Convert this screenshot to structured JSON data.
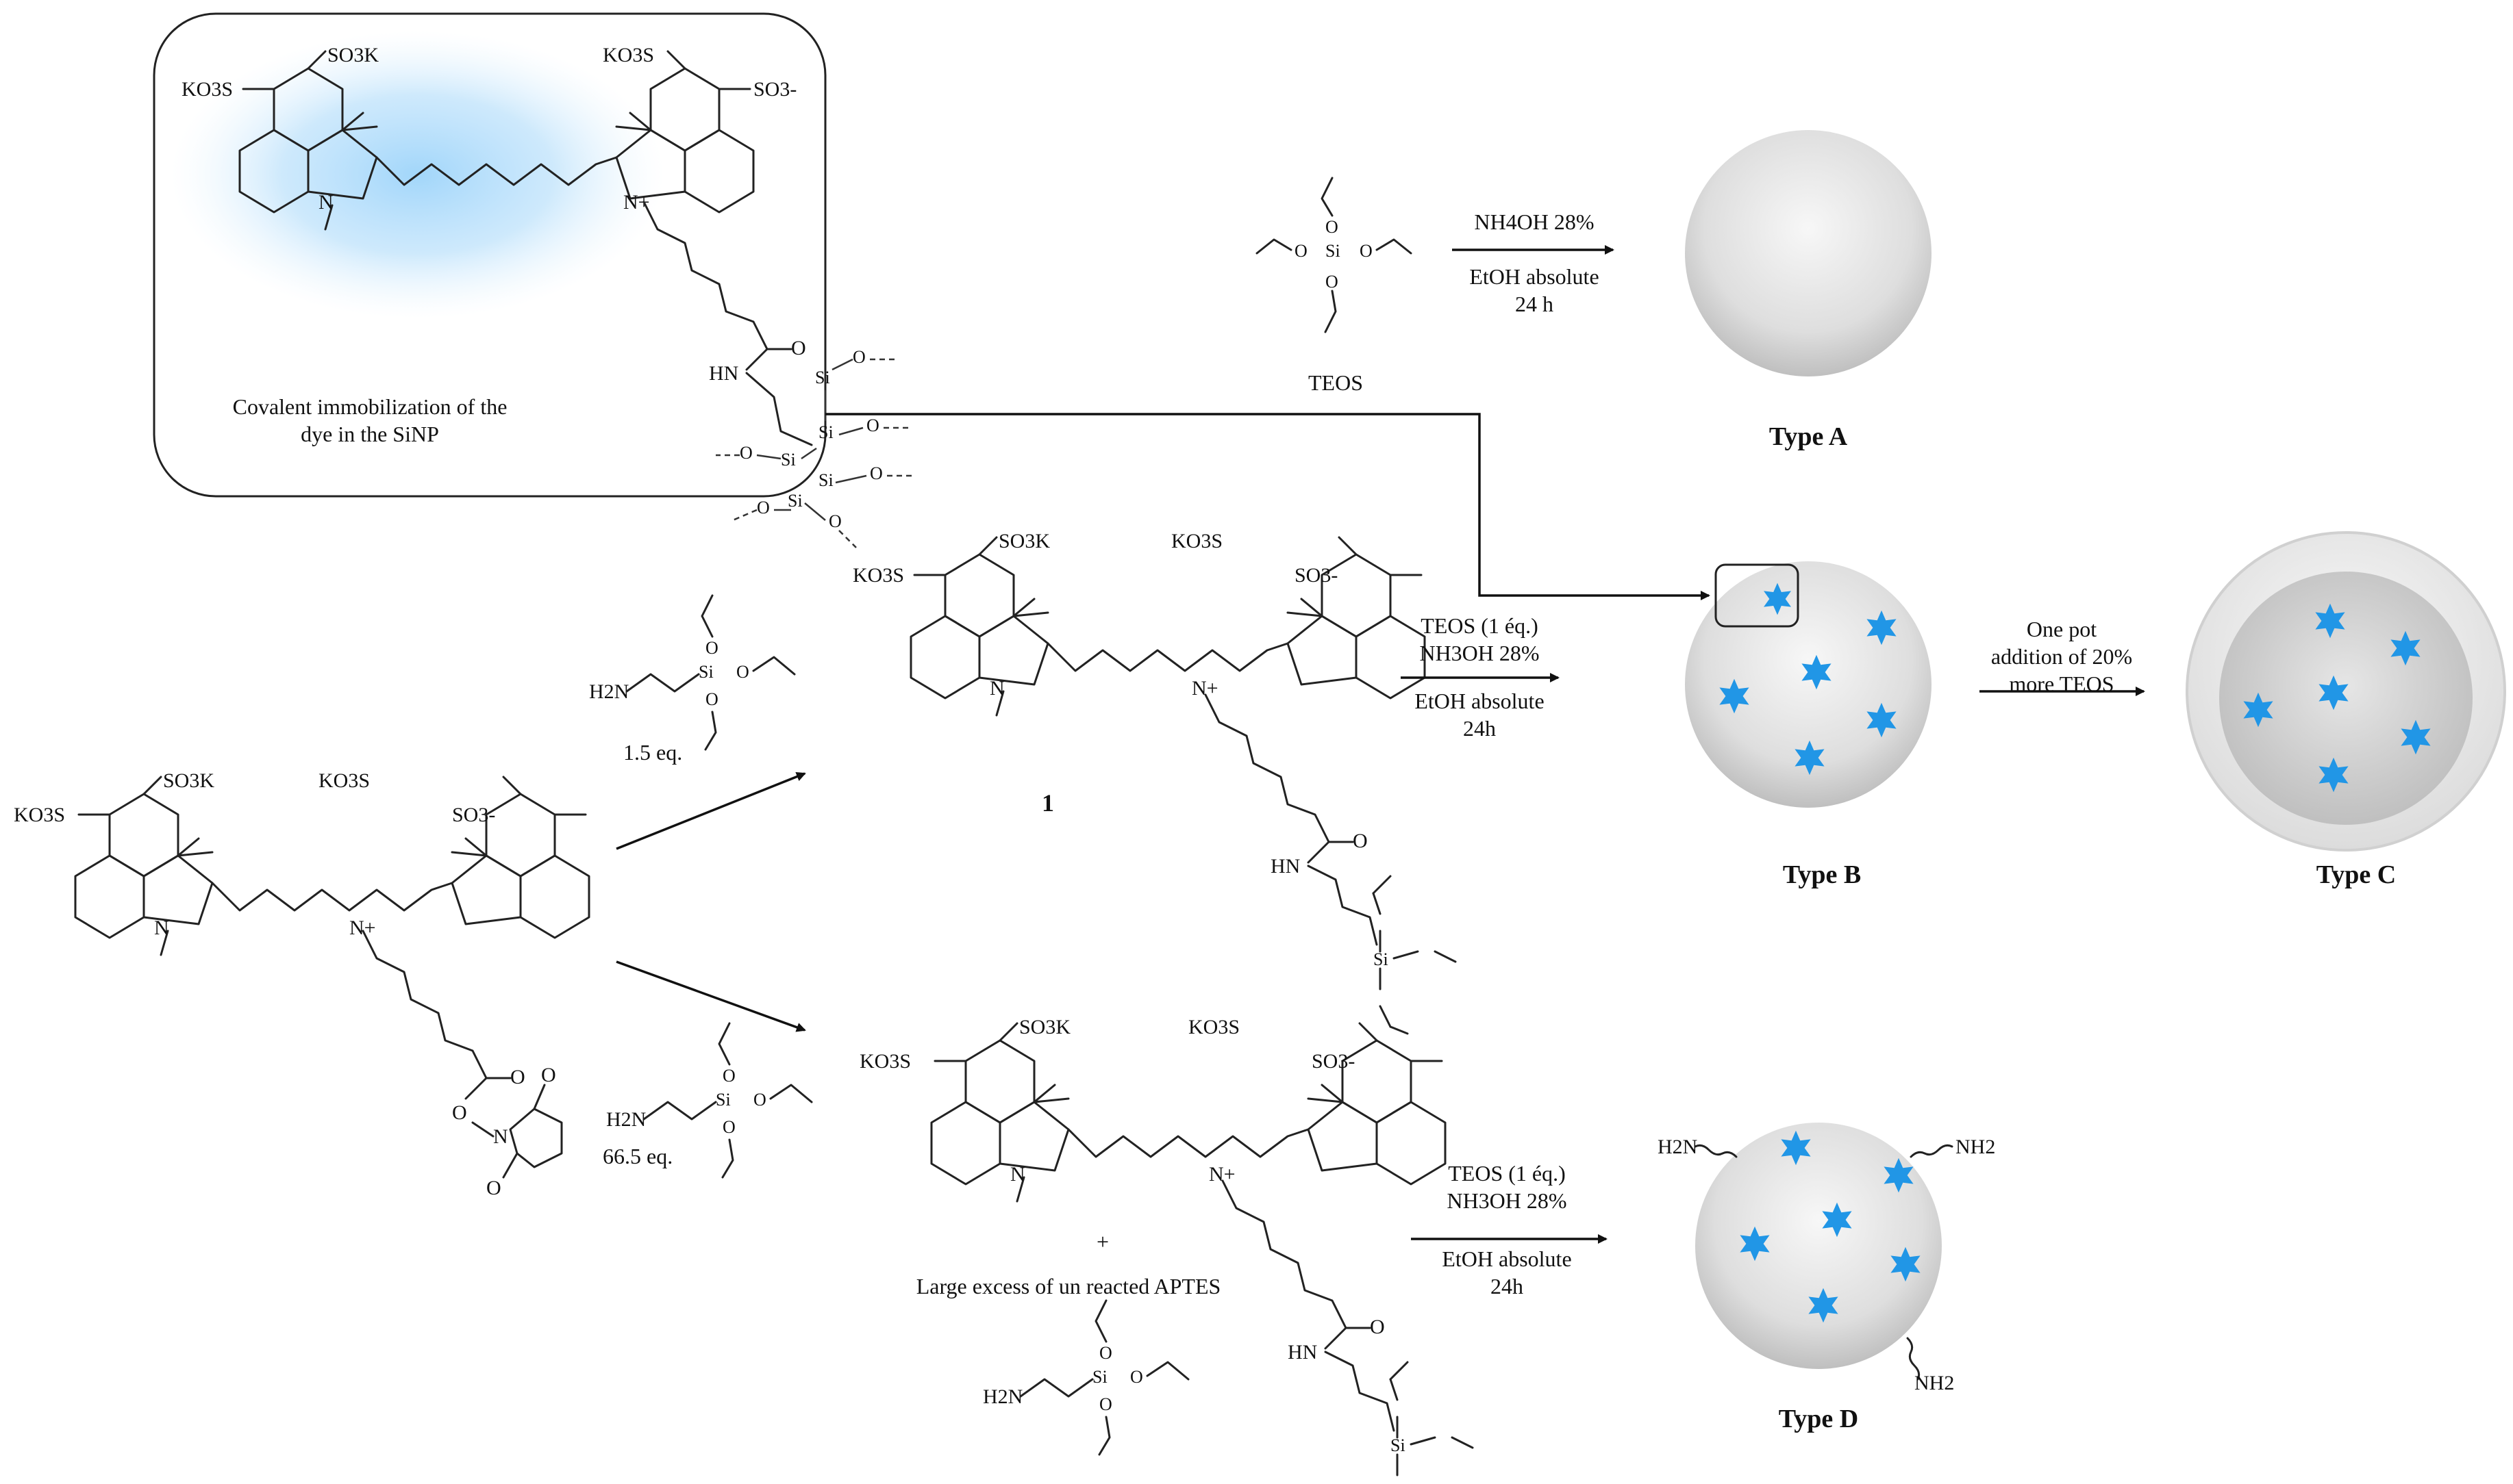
{
  "inset": {
    "caption_line1": "Covalent immobilization of the",
    "caption_line2": "dye in  the SiNP"
  },
  "labels": {
    "so3k": "SO3K",
    "ko3s": "KO3S",
    "so3minus": "SO3-",
    "n": "N",
    "nplus": "N+",
    "o": "O",
    "si": "Si",
    "hn": "HN",
    "h2n": "H2N",
    "nh2": "NH2",
    "plus": "+"
  },
  "teos": {
    "name": "TEOS",
    "cond_top": "NH4OH 28%",
    "cond_bottom_1": "EtOH absolute",
    "cond_bottom_2": "24 h"
  },
  "route_b": {
    "equiv": "1.5 eq.",
    "compound_number": "1",
    "cond_1": "TEOS (1 éq.)",
    "cond_2": "NH3OH 28%",
    "cond_3": "EtOH absolute",
    "cond_4": "24h"
  },
  "route_c": {
    "cond_1": "One pot",
    "cond_2": "addition of 20%",
    "cond_3": "more TEOS"
  },
  "route_d": {
    "equiv": "66.5 eq.",
    "plus": "+",
    "excess_note": "Large excess of un reacted APTES",
    "cond_1": "TEOS (1 éq.)",
    "cond_2": "NH3OH 28%",
    "cond_3": "EtOH absolute",
    "cond_4": "24h"
  },
  "types": {
    "a": "Type A",
    "b": "Type B",
    "c": "Type C",
    "d": "Type D"
  },
  "colors": {
    "dye_glow": "#7cc4f5",
    "star": "#2196e6",
    "particle_light": "#f2f2f2",
    "particle_dark": "#c4c4c4",
    "shell_ring": "#d8d8d8"
  }
}
